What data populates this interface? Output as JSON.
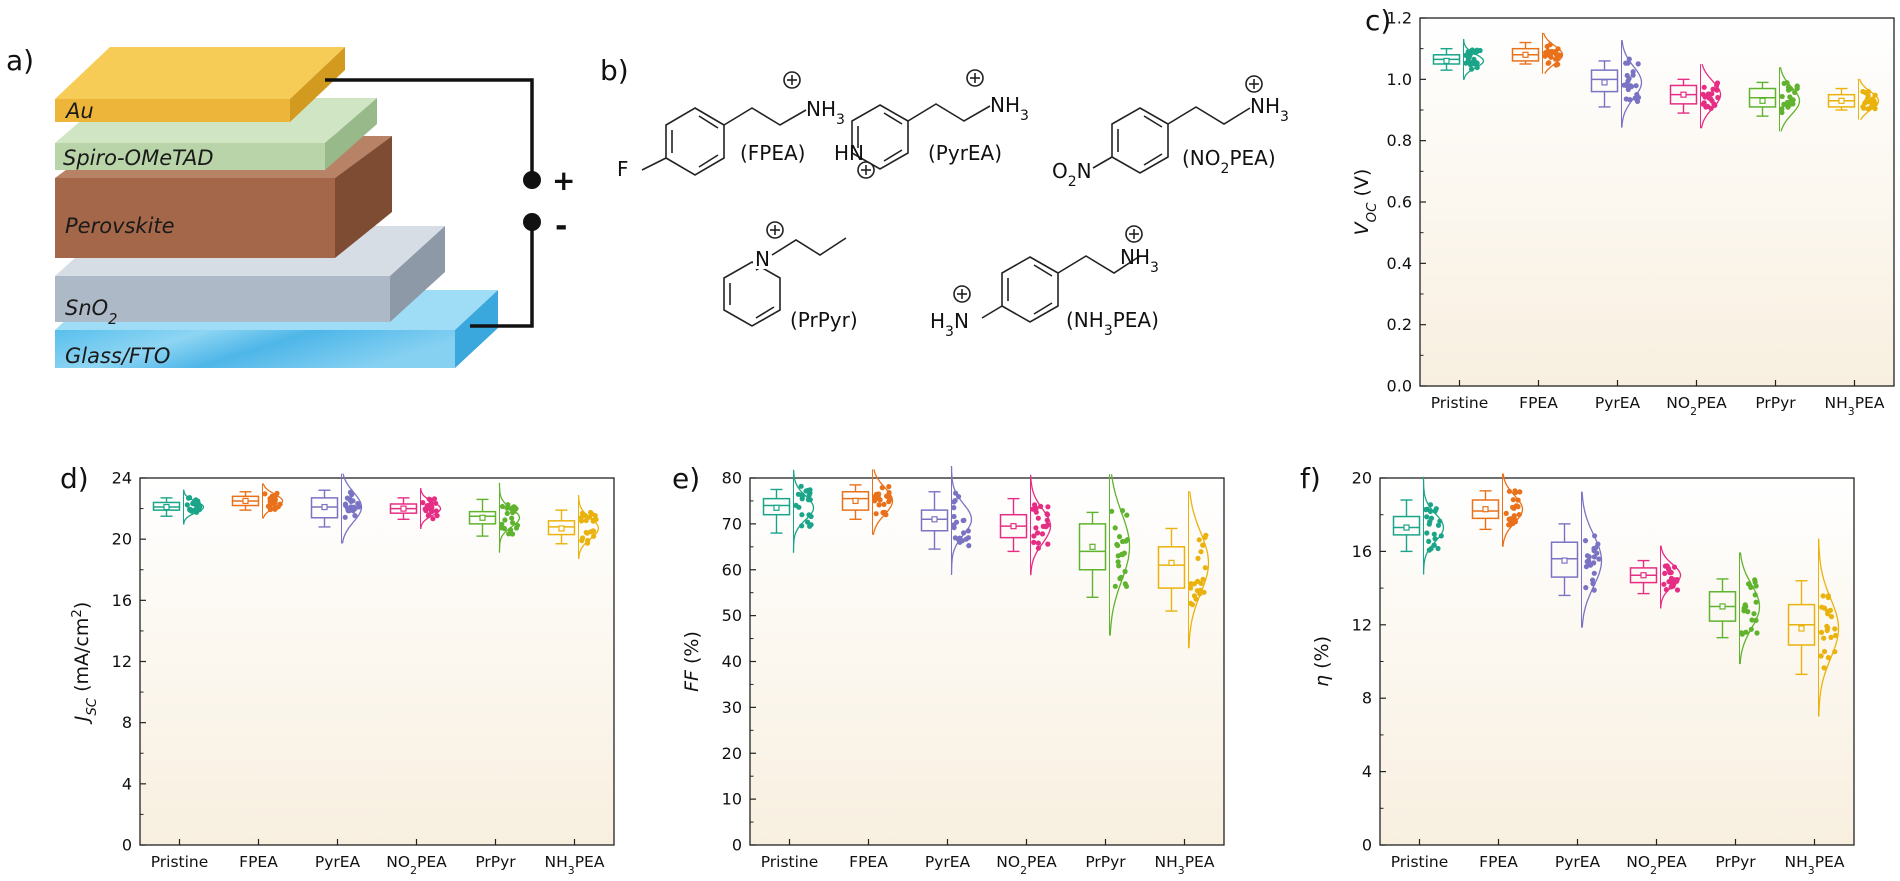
{
  "panels": {
    "a": "a)",
    "b": "b)",
    "c": "c)",
    "d": "d)",
    "e": "e)",
    "f": "f)"
  },
  "device": {
    "layers": [
      "Au",
      "Spiro-OMeTAD",
      "Perovskite",
      "SnO2",
      "Glass/FTO"
    ],
    "plus": "+",
    "minus": "-"
  },
  "molecules": {
    "fpea": "(FPEA)",
    "pyrea": "(PyrEA)",
    "no2pea": "(NO2PEA)",
    "prpyr": "(PrPyr)",
    "nh3pea": "(NH3PEA)",
    "nh3": "NH3",
    "hn": "HN",
    "o2n": "O2N",
    "h3n": "H3N",
    "n": "N",
    "f": "F",
    "charge": "+"
  },
  "colors": {
    "Pristine": "#1aa589",
    "FPEA": "#e8711a",
    "PyrEA": "#7a73c4",
    "NO2PEA": "#e62d84",
    "PrPyr": "#5fb32e",
    "NH3PEA": "#eab20c",
    "gold": "#f0b83a",
    "spiro": "#b9d6a9",
    "perovskite": "#a4674a",
    "sno2": "#aebac8",
    "fto": "#5ec0ea"
  },
  "chart_data": [
    {
      "id": "c",
      "type": "box",
      "ylabel": "VOC (V)",
      "ylim": [
        0.0,
        1.2
      ],
      "yticks": [
        "0.0",
        "0.2",
        "0.4",
        "0.6",
        "0.8",
        "1.0",
        "1.2"
      ],
      "categories": [
        "Pristine",
        "FPEA",
        "PyrEA",
        "NO2PEA",
        "PrPyr",
        "NH3PEA"
      ],
      "boxes": [
        {
          "min": 1.03,
          "q1": 1.05,
          "median": 1.065,
          "q3": 1.08,
          "max": 1.1,
          "mean": 1.06
        },
        {
          "min": 1.05,
          "q1": 1.06,
          "median": 1.08,
          "q3": 1.1,
          "max": 1.12,
          "mean": 1.08
        },
        {
          "min": 0.91,
          "q1": 0.96,
          "median": 1.0,
          "q3": 1.03,
          "max": 1.06,
          "mean": 0.99
        },
        {
          "min": 0.89,
          "q1": 0.92,
          "median": 0.95,
          "q3": 0.98,
          "max": 1.0,
          "mean": 0.95
        },
        {
          "min": 0.88,
          "q1": 0.91,
          "median": 0.94,
          "q3": 0.97,
          "max": 0.99,
          "mean": 0.93
        },
        {
          "min": 0.9,
          "q1": 0.91,
          "median": 0.93,
          "q3": 0.95,
          "max": 0.97,
          "mean": 0.93
        }
      ]
    },
    {
      "id": "d",
      "type": "box",
      "ylabel": "JSC (mA/cm2)",
      "ylim": [
        0,
        24
      ],
      "yticks": [
        "0",
        "4",
        "8",
        "12",
        "16",
        "20",
        "24"
      ],
      "categories": [
        "Pristine",
        "FPEA",
        "PyrEA",
        "NO2PEA",
        "PrPyr",
        "NH3PEA"
      ],
      "boxes": [
        {
          "min": 21.5,
          "q1": 21.9,
          "median": 22.1,
          "q3": 22.4,
          "max": 22.7,
          "mean": 22.1
        },
        {
          "min": 21.9,
          "q1": 22.2,
          "median": 22.5,
          "q3": 22.8,
          "max": 23.1,
          "mean": 22.5
        },
        {
          "min": 20.8,
          "q1": 21.4,
          "median": 22.1,
          "q3": 22.7,
          "max": 23.2,
          "mean": 22.1
        },
        {
          "min": 21.3,
          "q1": 21.7,
          "median": 22.0,
          "q3": 22.3,
          "max": 22.7,
          "mean": 22.0
        },
        {
          "min": 20.2,
          "q1": 21.0,
          "median": 21.5,
          "q3": 21.8,
          "max": 22.6,
          "mean": 21.4
        },
        {
          "min": 19.7,
          "q1": 20.3,
          "median": 20.8,
          "q3": 21.2,
          "max": 21.9,
          "mean": 20.7
        }
      ]
    },
    {
      "id": "e",
      "type": "box",
      "ylabel": "FF (%)",
      "ylim": [
        0,
        80
      ],
      "yticks": [
        "0",
        "10",
        "20",
        "30",
        "40",
        "50",
        "60",
        "70",
        "80"
      ],
      "categories": [
        "Pristine",
        "FPEA",
        "PyrEA",
        "NO2PEA",
        "PrPyr",
        "NH3PEA"
      ],
      "boxes": [
        {
          "min": 68,
          "q1": 72,
          "median": 74,
          "q3": 75.5,
          "max": 77.5,
          "mean": 73.5
        },
        {
          "min": 71,
          "q1": 73,
          "median": 75.5,
          "q3": 77,
          "max": 78.5,
          "mean": 75
        },
        {
          "min": 64.5,
          "q1": 68.5,
          "median": 71,
          "q3": 73,
          "max": 77,
          "mean": 71
        },
        {
          "min": 64,
          "q1": 67,
          "median": 69.5,
          "q3": 72,
          "max": 75.5,
          "mean": 69.5
        },
        {
          "min": 54,
          "q1": 60,
          "median": 64,
          "q3": 70,
          "max": 72.5,
          "mean": 65
        },
        {
          "min": 51,
          "q1": 56,
          "median": 61,
          "q3": 65,
          "max": 69,
          "mean": 61.5
        }
      ]
    },
    {
      "id": "f",
      "type": "box",
      "ylabel": "η (%)",
      "ylim": [
        0,
        20
      ],
      "yticks": [
        "0",
        "4",
        "8",
        "12",
        "16",
        "20"
      ],
      "categories": [
        "Pristine",
        "FPEA",
        "PyrEA",
        "NO2PEA",
        "PrPyr",
        "NH3PEA"
      ],
      "boxes": [
        {
          "min": 16.0,
          "q1": 16.9,
          "median": 17.3,
          "q3": 17.9,
          "max": 18.8,
          "mean": 17.3
        },
        {
          "min": 17.2,
          "q1": 17.8,
          "median": 18.2,
          "q3": 18.8,
          "max": 19.3,
          "mean": 18.3
        },
        {
          "min": 13.6,
          "q1": 14.6,
          "median": 15.6,
          "q3": 16.5,
          "max": 17.5,
          "mean": 15.5
        },
        {
          "min": 13.7,
          "q1": 14.3,
          "median": 14.7,
          "q3": 15.1,
          "max": 15.5,
          "mean": 14.7
        },
        {
          "min": 11.3,
          "q1": 12.2,
          "median": 13.0,
          "q3": 13.8,
          "max": 14.5,
          "mean": 13.0
        },
        {
          "min": 9.3,
          "q1": 10.9,
          "median": 12.0,
          "q3": 13.1,
          "max": 14.4,
          "mean": 11.8
        }
      ]
    }
  ]
}
